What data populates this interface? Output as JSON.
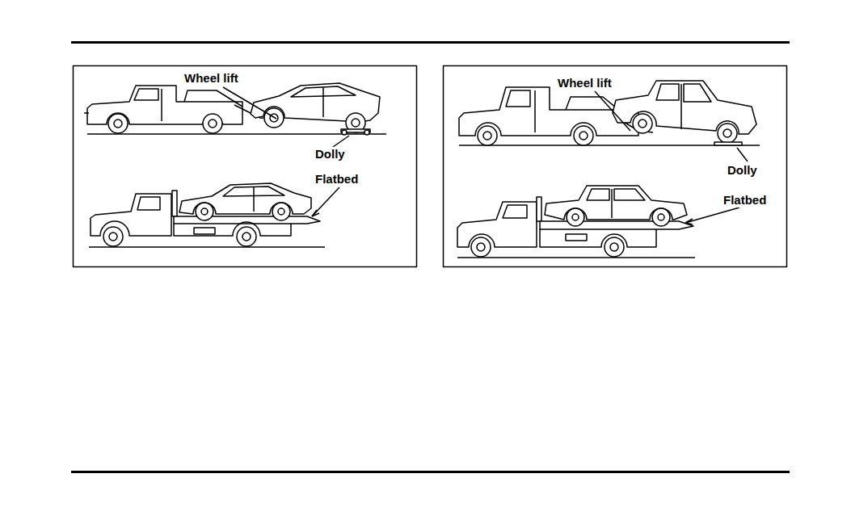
{
  "diagram": {
    "labels": [
      "Wheel lift",
      "Dolly",
      "Flatbed",
      "Wheel lift",
      "Dolly",
      "Flatbed"
    ]
  }
}
